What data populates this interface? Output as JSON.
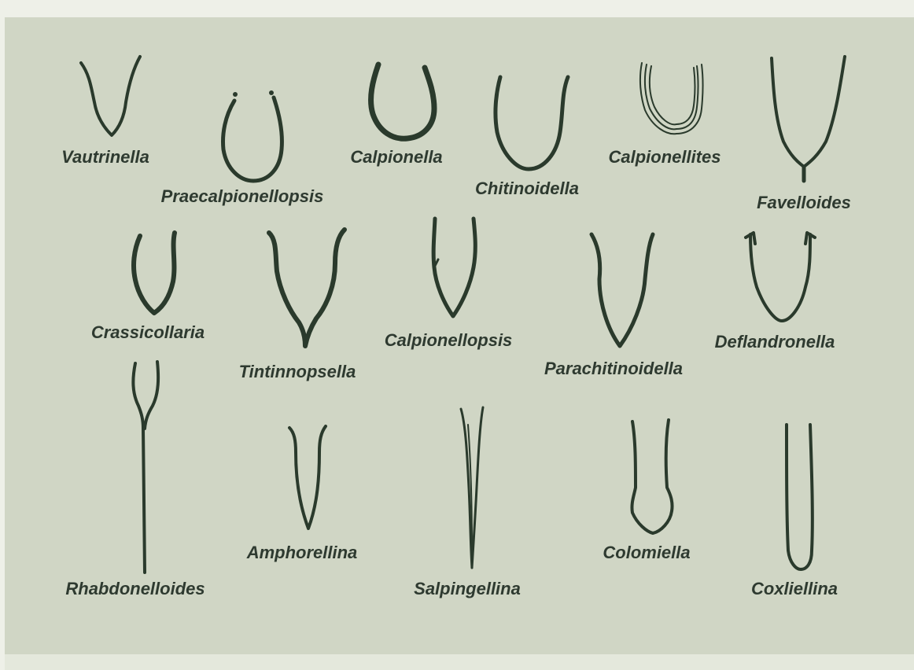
{
  "colors": {
    "plate_background": "#d0d6c5",
    "outline": "#2a3a2c",
    "label_text": "#2e3a30"
  },
  "taxa": [
    {
      "name": "Vautrinella"
    },
    {
      "name": "Praecalpionellopsis"
    },
    {
      "name": "Calpionella"
    },
    {
      "name": "Chitinoidella"
    },
    {
      "name": "Calpionellites"
    },
    {
      "name": "Favelloides"
    },
    {
      "name": "Crassicollaria"
    },
    {
      "name": "Tintinnopsella"
    },
    {
      "name": "Calpionellopsis"
    },
    {
      "name": "Parachitinoidella"
    },
    {
      "name": "Deflandronella"
    },
    {
      "name": "Rhabdonelloides"
    },
    {
      "name": "Amphorellina"
    },
    {
      "name": "Salpingellina"
    },
    {
      "name": "Colomiella"
    },
    {
      "name": "Coxliellina"
    }
  ]
}
